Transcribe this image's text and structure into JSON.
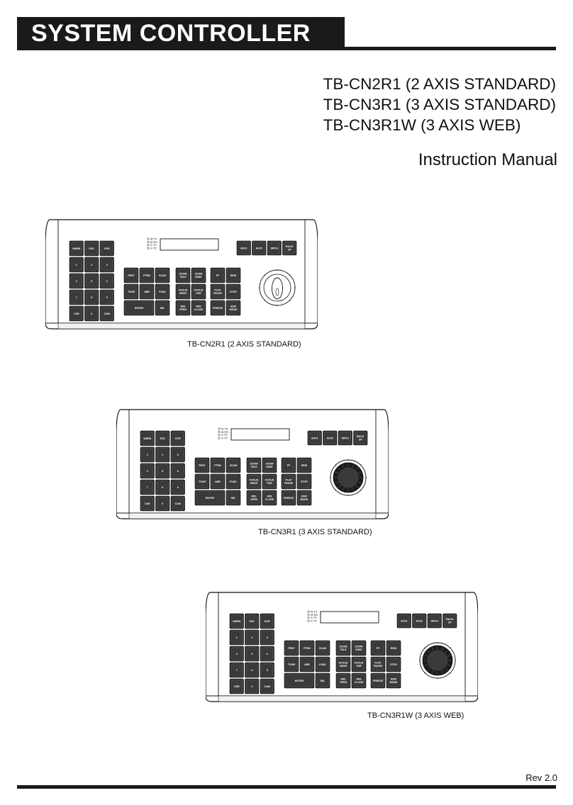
{
  "header": {
    "title": "SYSTEM CONTROLLER"
  },
  "models": [
    "TB-CN2R1 (2 AXIS STANDARD)",
    "TB-CN3R1 (3 AXIS STANDARD)",
    "TB-CN3R1W (3 AXIS WEB)"
  ],
  "subtitle": "Instruction Manual",
  "keyboard_labels": {
    "leds": [
      "M TX",
      "M RX",
      "S TX",
      "S TX"
    ],
    "top_keys": [
      "AUX1",
      "AUX2",
      "SRCH",
      "BACK UP"
    ],
    "numpad": [
      "WARN",
      "ESC",
      "DVR",
      "1",
      "2",
      "3",
      "4",
      "5",
      "6",
      "7",
      "8",
      "9",
      "CSR",
      "0",
      "CAM"
    ],
    "group1": [
      "PRST",
      "PTRN",
      "SCAN",
      "TOUR",
      "ABR",
      "FUNC",
      "ENTER",
      "SEL"
    ],
    "group2": [
      "ZOOM TELE",
      "ZOOM WIDE",
      "FOCUS NEAR",
      "FOCUS FAR",
      "IRIS OPEN",
      "IRIS CLOSE"
    ],
    "group3": [
      "FF",
      "REW",
      "PLAY PAUSE",
      "STOP",
      "FREEZE",
      "DISP MODE"
    ]
  },
  "figures": [
    {
      "caption": "TB-CN2R1 (2 AXIS STANDARD)"
    },
    {
      "caption": "TB-CN3R1 (3 AXIS STANDARD)"
    },
    {
      "caption": "TB-CN3R1W (3 AXIS WEB)"
    }
  ],
  "footer": {
    "revision": "Rev 2.0"
  }
}
